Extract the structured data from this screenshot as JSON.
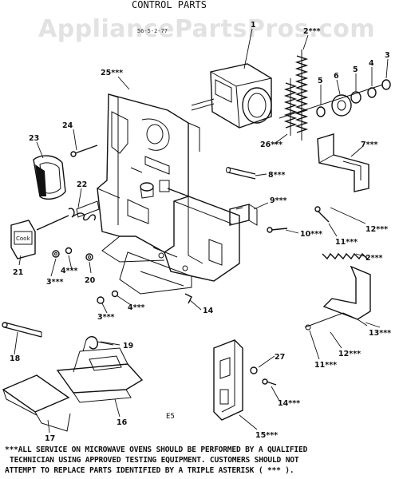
{
  "watermark": "AppliancePartsPros.com",
  "title": "CONTROL PARTS",
  "part_number": "56-5-2-77",
  "code": "E5",
  "cook_button_label": "Cook",
  "callouts": [
    {
      "id": "c1",
      "text": "25***"
    },
    {
      "id": "c2",
      "text": "24"
    },
    {
      "id": "c3",
      "text": "23"
    },
    {
      "id": "c4",
      "text": "22"
    },
    {
      "id": "c5",
      "text": "21"
    },
    {
      "id": "c6",
      "text": "20"
    },
    {
      "id": "c7",
      "text": "3***"
    },
    {
      "id": "c8",
      "text": "4***"
    },
    {
      "id": "c9",
      "text": "3***"
    },
    {
      "id": "c10",
      "text": "4***"
    },
    {
      "id": "c11",
      "text": "14"
    },
    {
      "id": "c12",
      "text": "18"
    },
    {
      "id": "c13",
      "text": "19"
    },
    {
      "id": "c14",
      "text": "16"
    },
    {
      "id": "c15",
      "text": "17"
    },
    {
      "id": "c16",
      "text": "26***"
    },
    {
      "id": "c17",
      "text": "1"
    },
    {
      "id": "c18",
      "text": "2***"
    },
    {
      "id": "c19",
      "text": "5"
    },
    {
      "id": "c20",
      "text": "6"
    },
    {
      "id": "c21",
      "text": "5"
    },
    {
      "id": "c22",
      "text": "4"
    },
    {
      "id": "c23",
      "text": "3"
    },
    {
      "id": "c24",
      "text": "7***"
    },
    {
      "id": "c25",
      "text": "8***"
    },
    {
      "id": "c26",
      "text": "9***"
    },
    {
      "id": "c27",
      "text": "10***"
    },
    {
      "id": "c28",
      "text": "11***"
    },
    {
      "id": "c29",
      "text": "12***"
    },
    {
      "id": "c30",
      "text": "2***"
    },
    {
      "id": "c31",
      "text": "13***"
    },
    {
      "id": "c32",
      "text": "12***"
    },
    {
      "id": "c33",
      "text": "11***"
    },
    {
      "id": "c34",
      "text": "27"
    },
    {
      "id": "c35",
      "text": "14***"
    },
    {
      "id": "c36",
      "text": "15***"
    }
  ],
  "footer": {
    "line1": "***ALL SERVICE ON MICROWAVE OVENS SHOULD BE PERFORMED BY A QUALIFIED",
    "line2": "TECHNICIAN USING APPROVED TESTING EQUIPMENT. CUSTOMERS SHOULD NOT",
    "line3": "ATTEMPT TO REPLACE PARTS IDENTIFIED BY A TRIPLE ASTERISK (  ***  )."
  }
}
